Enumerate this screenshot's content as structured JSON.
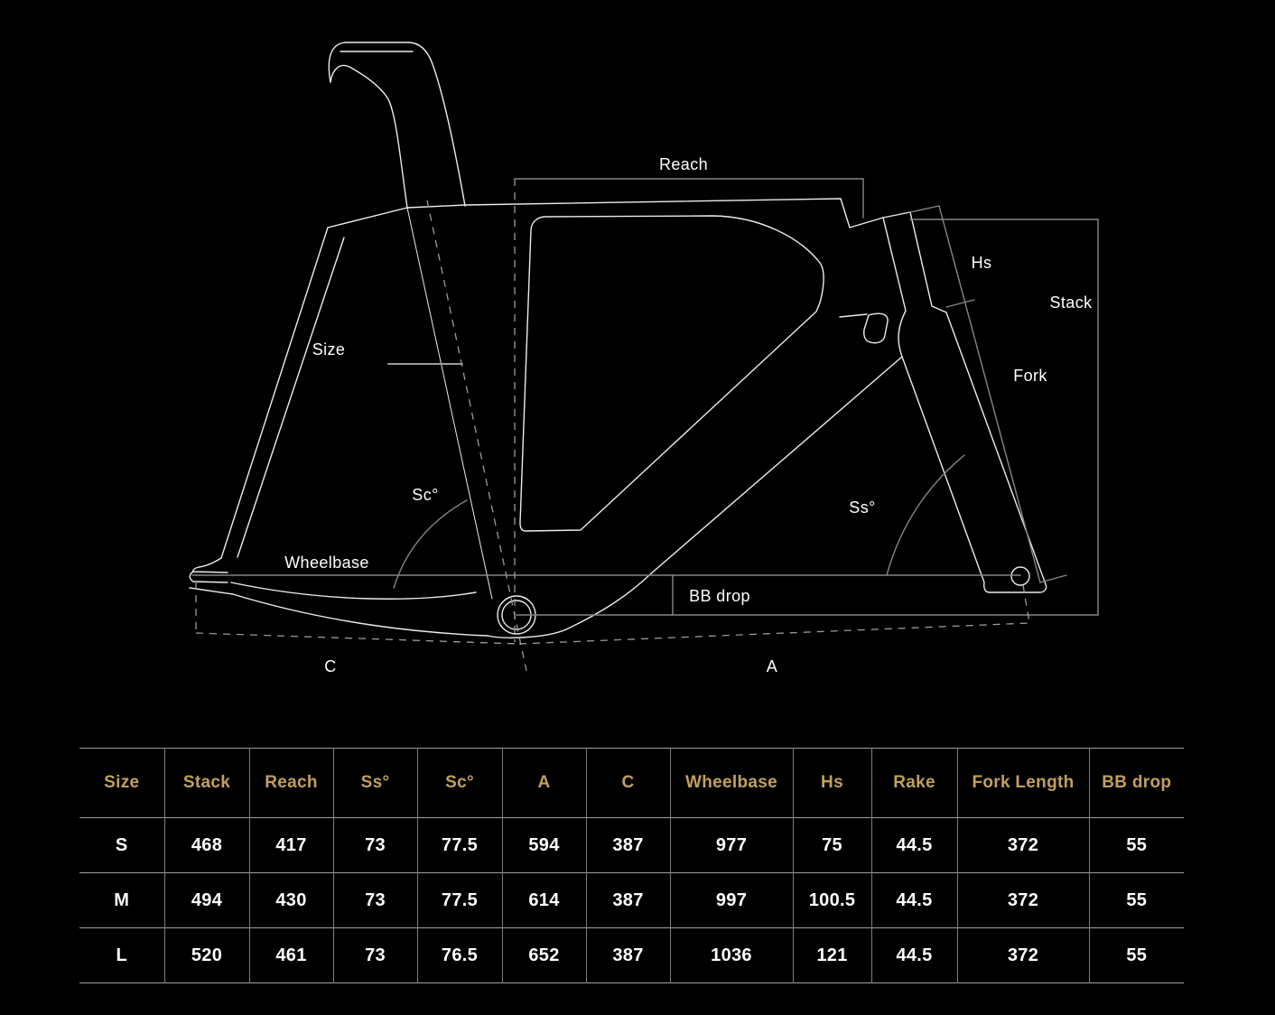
{
  "colors": {
    "background": "#000000",
    "gold_header": "#c1a05d",
    "frame_line": "#ececec",
    "dimension_line": "#858585",
    "dashed_line": "#9a9a9a",
    "table_horizontal_line": "#9e9e9e",
    "table_vertical_line": "#7d7d7d",
    "value_text": "#ffffff"
  },
  "diagram": {
    "labels": {
      "reach": "Reach",
      "hs": "Hs",
      "stack": "Stack",
      "size": "Size",
      "fork": "Fork",
      "sc": "Sc°",
      "ss": "Ss°",
      "wheelbase": "Wheelbase",
      "bb_drop": "BB drop",
      "c": "C",
      "a": "A"
    }
  },
  "table": {
    "columns": [
      "Size",
      "Stack",
      "Reach",
      "Ss°",
      "Sc°",
      "A",
      "C",
      "Wheelbase",
      "Hs",
      "Rake",
      "Fork Length",
      "BB drop"
    ],
    "rows": [
      [
        "S",
        "468",
        "417",
        "73",
        "77.5",
        "594",
        "387",
        "977",
        "75",
        "44.5",
        "372",
        "55"
      ],
      [
        "M",
        "494",
        "430",
        "73",
        "77.5",
        "614",
        "387",
        "997",
        "100.5",
        "44.5",
        "372",
        "55"
      ],
      [
        "L",
        "520",
        "461",
        "73",
        "76.5",
        "652",
        "387",
        "1036",
        "121",
        "44.5",
        "372",
        "55"
      ]
    ]
  }
}
